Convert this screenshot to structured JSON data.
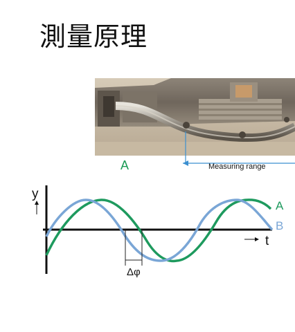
{
  "title": "測量原理",
  "photo": {
    "label_a": "A",
    "range_label": "Measuring range"
  },
  "waves": {
    "y_label": "y",
    "t_label": "t",
    "curve_a_label": "A",
    "curve_b_label": "B",
    "delta_label": "Δφ",
    "colors": {
      "a": "#1e9a5e",
      "b": "#7aa6d6",
      "axis": "#111111"
    }
  }
}
